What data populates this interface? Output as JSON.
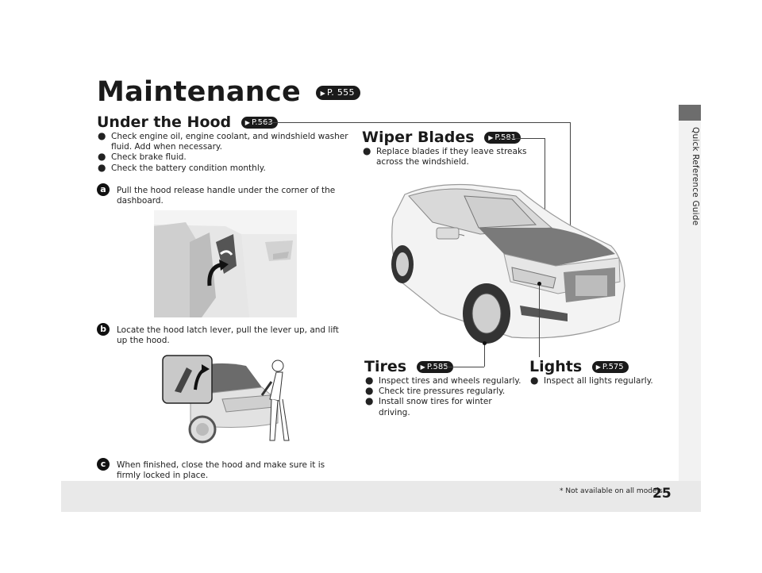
{
  "page": {
    "title": "Maintenance",
    "title_ref": "P. 555",
    "side_tab_label": "Quick Reference Guide",
    "page_number": "25",
    "footnote": "* Not available on all models"
  },
  "hood": {
    "heading": "Under the Hood",
    "ref": "P.563",
    "bullets": [
      "Check engine oil, engine coolant, and windshield washer fluid. Add when necessary.",
      "Check brake fluid.",
      "Check the battery condition monthly."
    ],
    "steps": [
      {
        "badge": "a",
        "text": "Pull the hood release handle under the corner of the dashboard."
      },
      {
        "badge": "b",
        "text": "Locate the hood latch lever, pull the lever up, and lift up the hood."
      },
      {
        "badge": "c",
        "text": "When finished, close the hood and make sure it is firmly locked in place."
      }
    ]
  },
  "wipers": {
    "heading": "Wiper Blades",
    "ref": "P.581",
    "bullets": [
      "Replace blades if they leave streaks across the windshield."
    ]
  },
  "tires": {
    "heading": "Tires",
    "ref": "P.585",
    "bullets": [
      "Inspect tires and wheels regularly.",
      "Check tire pressures regularly.",
      "Install snow tires for winter driving."
    ]
  },
  "lights": {
    "heading": "Lights",
    "ref": "P.575",
    "bullets": [
      "Inspect all lights regularly."
    ]
  },
  "icons": {
    "bullet": "filled-circle-bullet",
    "ref_arrow": "right-arrow-icon"
  }
}
